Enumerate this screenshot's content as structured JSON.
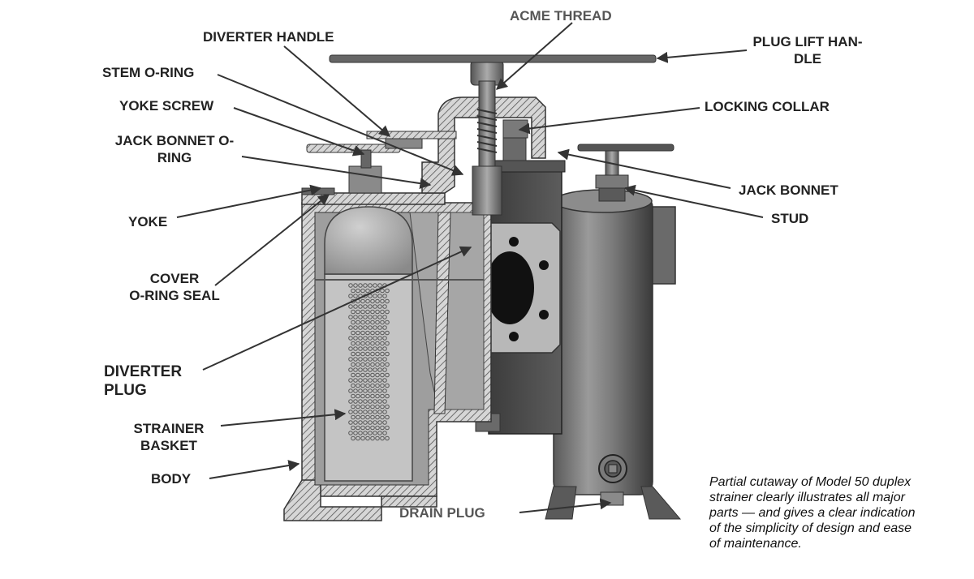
{
  "labels": {
    "acme_thread": "ACME THREAD",
    "diverter_handle": "DIVERTER HANDLE",
    "plug_lift_handle": "PLUG LIFT HAN-\nDLE",
    "stem_o_ring": "STEM O-RING",
    "yoke_screw": "YOKE SCREW",
    "locking_collar": "LOCKING COLLAR",
    "jack_bonnet_o_ring": "JACK BONNET O-\nRING",
    "jack_bonnet": "JACK BONNET",
    "stud": "STUD",
    "yoke": "YOKE",
    "cover_o_ring_seal": "COVER\nO-RING SEAL",
    "diverter_plug": "DIVERTER\nPLUG",
    "strainer_basket": "STRAINER\nBASKET",
    "body": "BODY",
    "drain_plug": "DRAIN PLUG"
  },
  "caption": "Partial cutaway of Model 50 duplex\nstrainer clearly illustrates all major\nparts  — and gives a clear indication\nof the simplicity of design and ease\nof maintenance.",
  "colors": {
    "metal_dark": "#4a4a4a",
    "metal_mid": "#8c8c8c",
    "metal_light": "#c8c8c8",
    "leader": "#333333"
  }
}
